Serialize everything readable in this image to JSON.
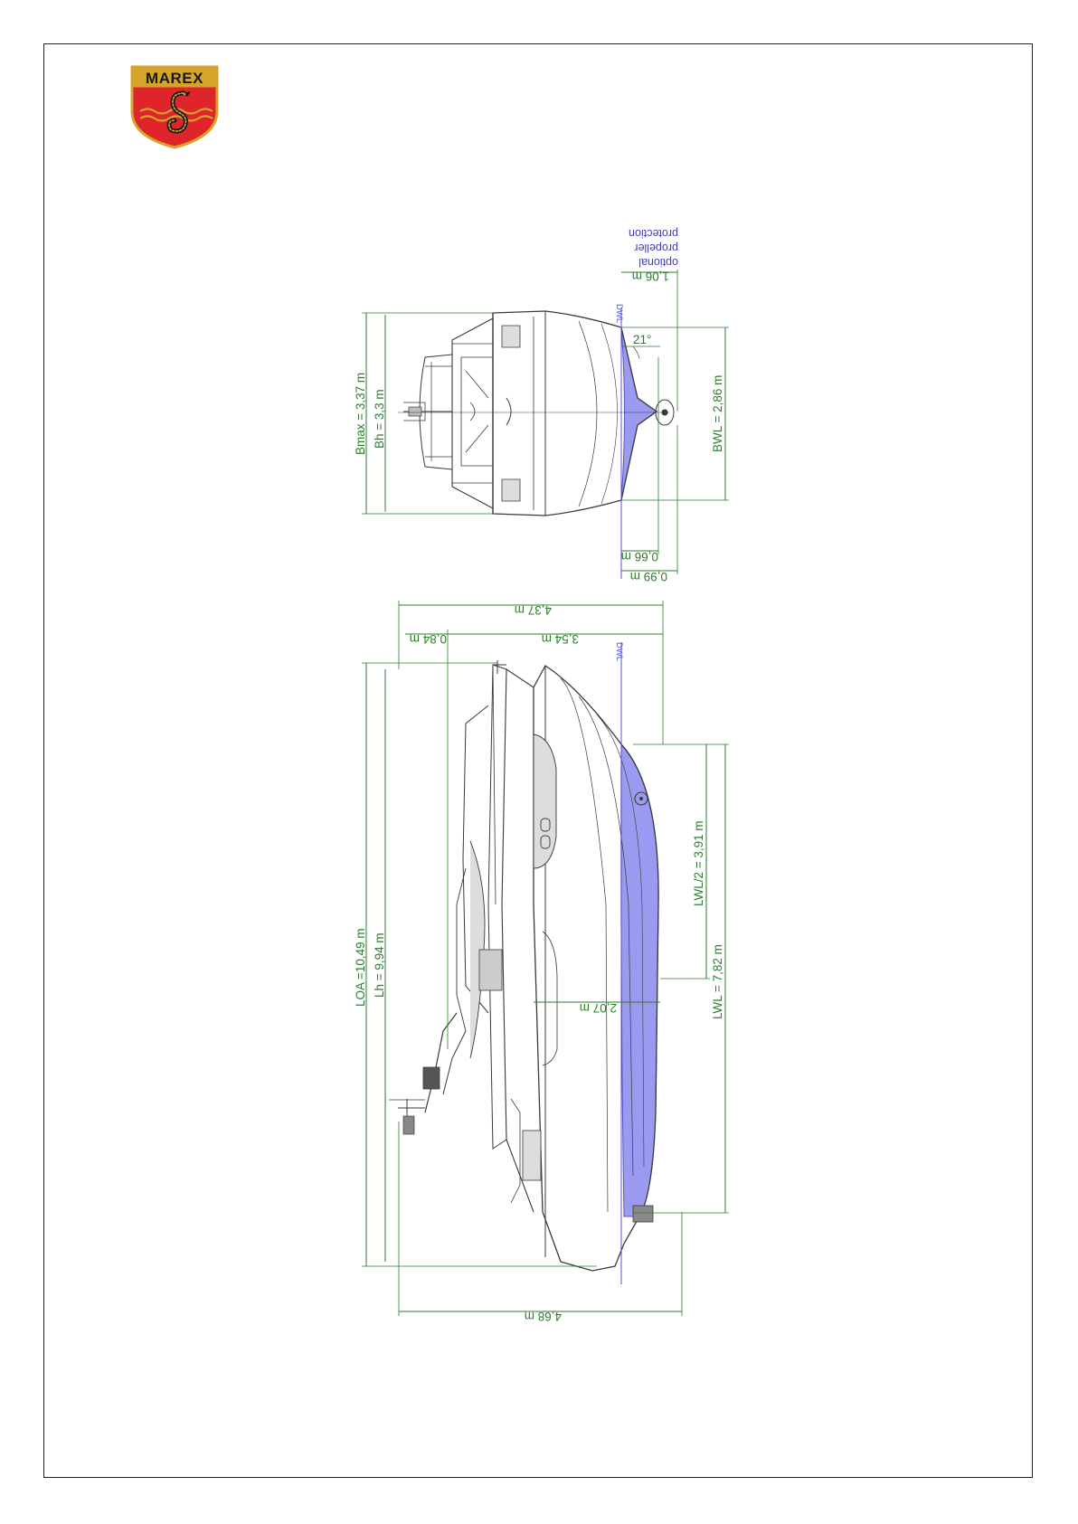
{
  "logo": {
    "text": "MAREX",
    "colors": {
      "red": "#e0242b",
      "gold": "#d4a52a",
      "dark": "#1a1a1a"
    }
  },
  "colors": {
    "dimension": "#2e7d2e",
    "underwater": "#9a9af0",
    "hull_line": "#3a3a3a",
    "note": "#4040b0"
  },
  "stern_view": {
    "bmax": "Bmax = 3,37 m",
    "bh": "Bh = 3,3 m",
    "bwl": "BWL = 2,86 m",
    "deadrise": "21°",
    "draft_066": "0,66 m",
    "draft_099": "0,99 m",
    "prop_protection": "1,06 m",
    "note_lines": [
      "optional",
      "propeller",
      "protection"
    ],
    "dwl": "DWL"
  },
  "side_view": {
    "loa": "LOA =10,49 m",
    "lh": "Lh = 9,94 m",
    "lwl": "LWL = 7,82 m",
    "lwl_half": "LWL/2 = 3,91 m",
    "height_437": "4,37 m",
    "height_354": "3,54 m",
    "height_084": "0,84 m",
    "height_207": "2,07 m",
    "height_468": "4,68 m",
    "dwl": "DWL"
  }
}
